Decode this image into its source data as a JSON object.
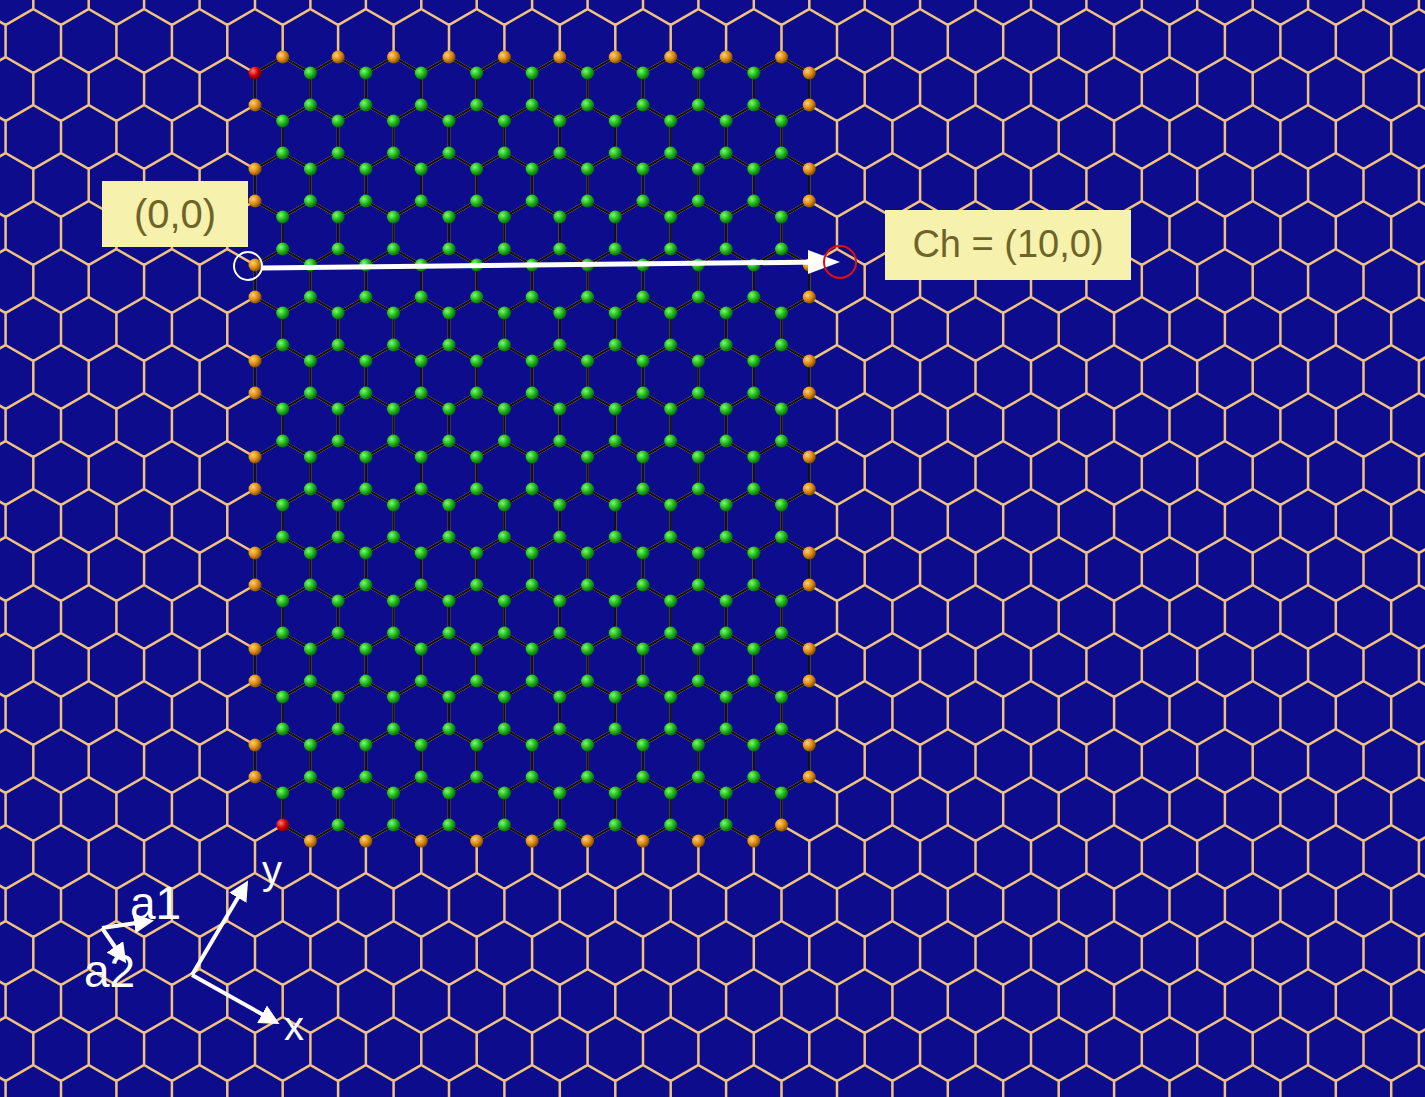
{
  "diagram": {
    "nodes": [
      {
        "text": [
          "(0,0)"
        ]
      },
      {
        "text": [
          "Ch = (10,0)"
        ]
      }
    ],
    "labels": [
      "a1",
      "a2",
      "y",
      "x"
    ]
  }
}
